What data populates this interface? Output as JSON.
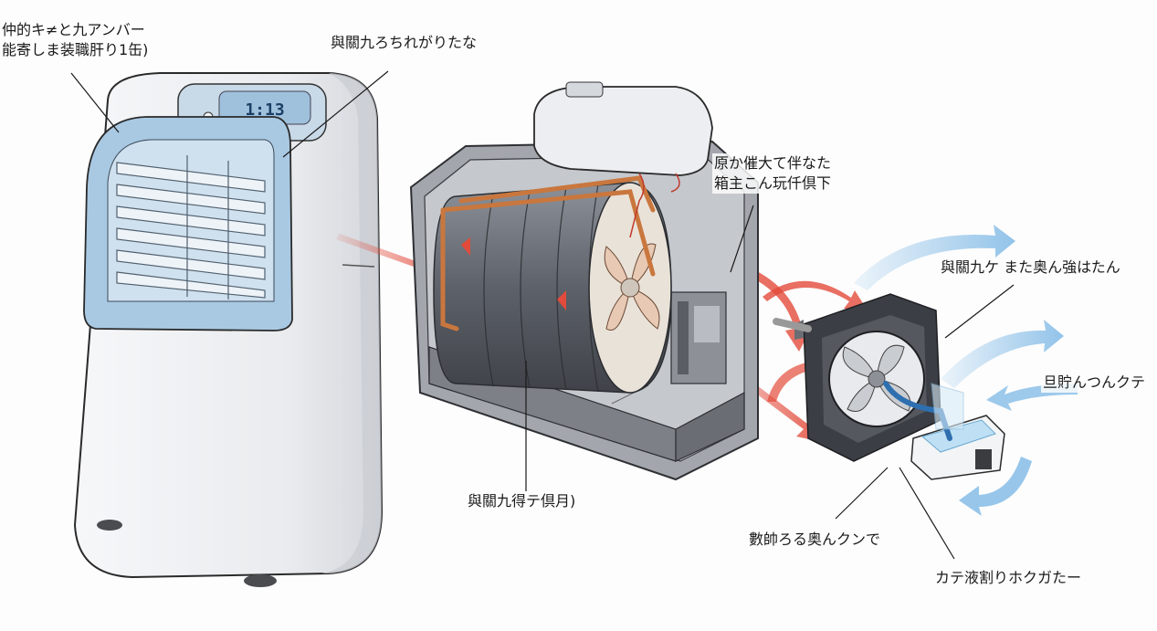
{
  "labels": {
    "unit_top": {
      "line1": "仲的キ≠と九アンバー",
      "line2": "能寄しま装職肝り1缶)"
    },
    "panel": {
      "line1": "與關九ろちれがりたな"
    },
    "coil": {
      "line1": "原か催大て伴なた",
      "line2": "箱主こん玩仟倶下"
    },
    "fan_top": {
      "line1": "與關九ケ また奥ん強はたん"
    },
    "right": {
      "line1": "旦貯んつんクテ"
    },
    "drum": {
      "line1": "與關九得テ倶月)"
    },
    "fan_bottom": {
      "line1": "數帥ろる奥んクンで"
    },
    "tray": {
      "line1": "カテ液割りホクガたー"
    }
  },
  "display": {
    "readout": "1:13"
  },
  "colors": {
    "unit_body": "#eef0f3",
    "panel_blue": "#a9c9e3",
    "frame_dark": "#5a5d63",
    "copper": "#c9773e",
    "hot_arrow": "#e24b3b",
    "cool_arrow": "#8cc0e8",
    "fan_dark": "#3b3e44"
  }
}
